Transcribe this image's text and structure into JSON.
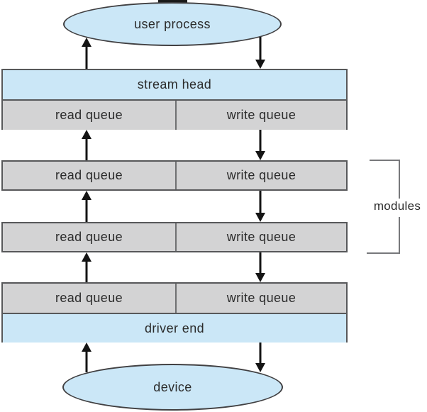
{
  "colors": {
    "node_fill_blue": "#cbe7f7",
    "queue_fill_gray": "#d3d3d4",
    "bar_border": "#57585a",
    "ellipse_border": "#414042",
    "arrow_black": "#141414",
    "bracket_gray": "#77787b",
    "text": "#2b2b2b"
  },
  "top_ellipse": {
    "label": "user process"
  },
  "stream_head": {
    "label": "stream head"
  },
  "queue_rows": [
    {
      "read_label": "read queue",
      "write_label": "write queue"
    },
    {
      "read_label": "read queue",
      "write_label": "write queue"
    },
    {
      "read_label": "read queue",
      "write_label": "write queue"
    },
    {
      "read_label": "read queue",
      "write_label": "write queue"
    }
  ],
  "driver_end": {
    "label": "driver end"
  },
  "bottom_ellipse": {
    "label": "device"
  },
  "bracket": {
    "label": "modules"
  }
}
